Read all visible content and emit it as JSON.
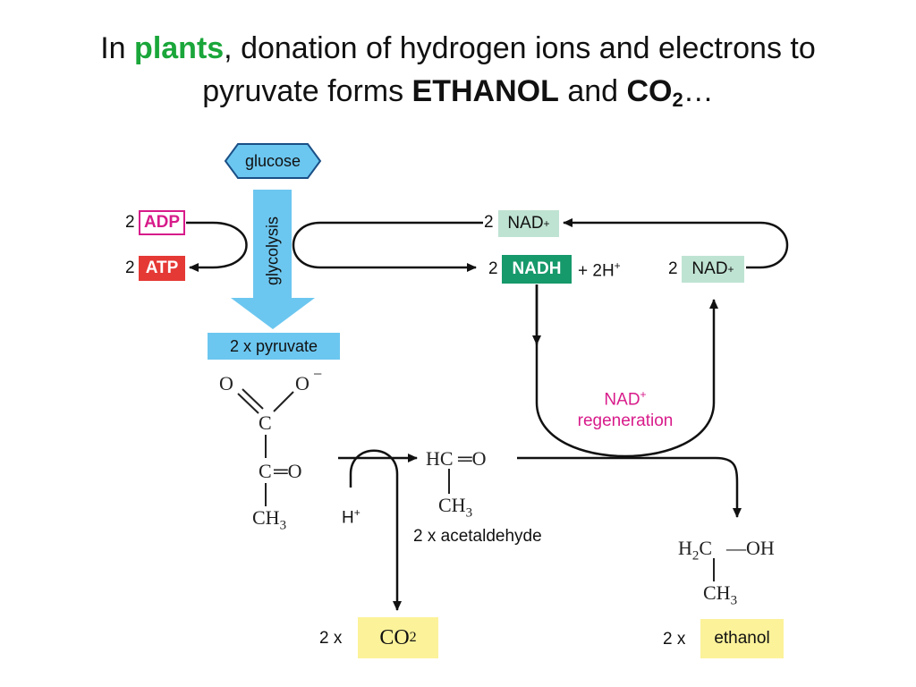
{
  "title": {
    "line1_a": "In ",
    "line1_plants": "plants",
    "line1_b": ", donation of hydrogen ions and electrons to",
    "line2_a": "pyruvate forms ",
    "line2_ethanol": "ETHANOL",
    "line2_and": " and ",
    "line2_co": "CO",
    "line2_sub": "2",
    "line2_end": "…"
  },
  "diagram": {
    "glucose": "glucose",
    "glycolysis": "glycolysis",
    "adp_count": "2",
    "adp": "ADP",
    "atp_count": "2",
    "atp": "ATP",
    "pyruvate": "2 x pyruvate",
    "nad_top_count": "2",
    "nad_top": "NAD",
    "nadh_count": "2",
    "nadh": "NADH",
    "nadh_extra": "+ 2H",
    "nad_right_count": "2",
    "nad_right": "NAD",
    "plus": "+",
    "regen_line1": "NAD",
    "regen_line2": "regeneration",
    "h_plus": "H",
    "acetaldehyde": "2 x acetaldehyde",
    "co2_count": "2 x",
    "co2": "CO",
    "co2_sub": "2",
    "ethanol_count": "2 x",
    "ethanol": "ethanol"
  },
  "structures": {
    "pyr_o_left": "O",
    "pyr_o_right": "O",
    "pyr_minus": "−",
    "pyr_c1": "C",
    "pyr_c2": "C",
    "pyr_eq_o": "═O",
    "pyr_ch": "CH",
    "pyr_ch_sub": "3",
    "ald_hc": "HC",
    "ald_eq_o": "═O",
    "ald_ch": "CH",
    "ald_ch_sub": "3",
    "eth_h": "H",
    "eth_h_sub": "2",
    "eth_c": "C",
    "eth_oh": "—OH",
    "eth_ch": "CH",
    "eth_ch_sub": "3"
  },
  "colors": {
    "plants": "#1aa63a",
    "adp_border": "#d81b8a",
    "atp_fill": "#e53935",
    "glycolysis_arrow": "#6cc7f0",
    "nad_fill": "#bfe3d3",
    "nadh_fill": "#16996b",
    "regen_text": "#d81b8a",
    "product_fill": "#fcf29a"
  }
}
